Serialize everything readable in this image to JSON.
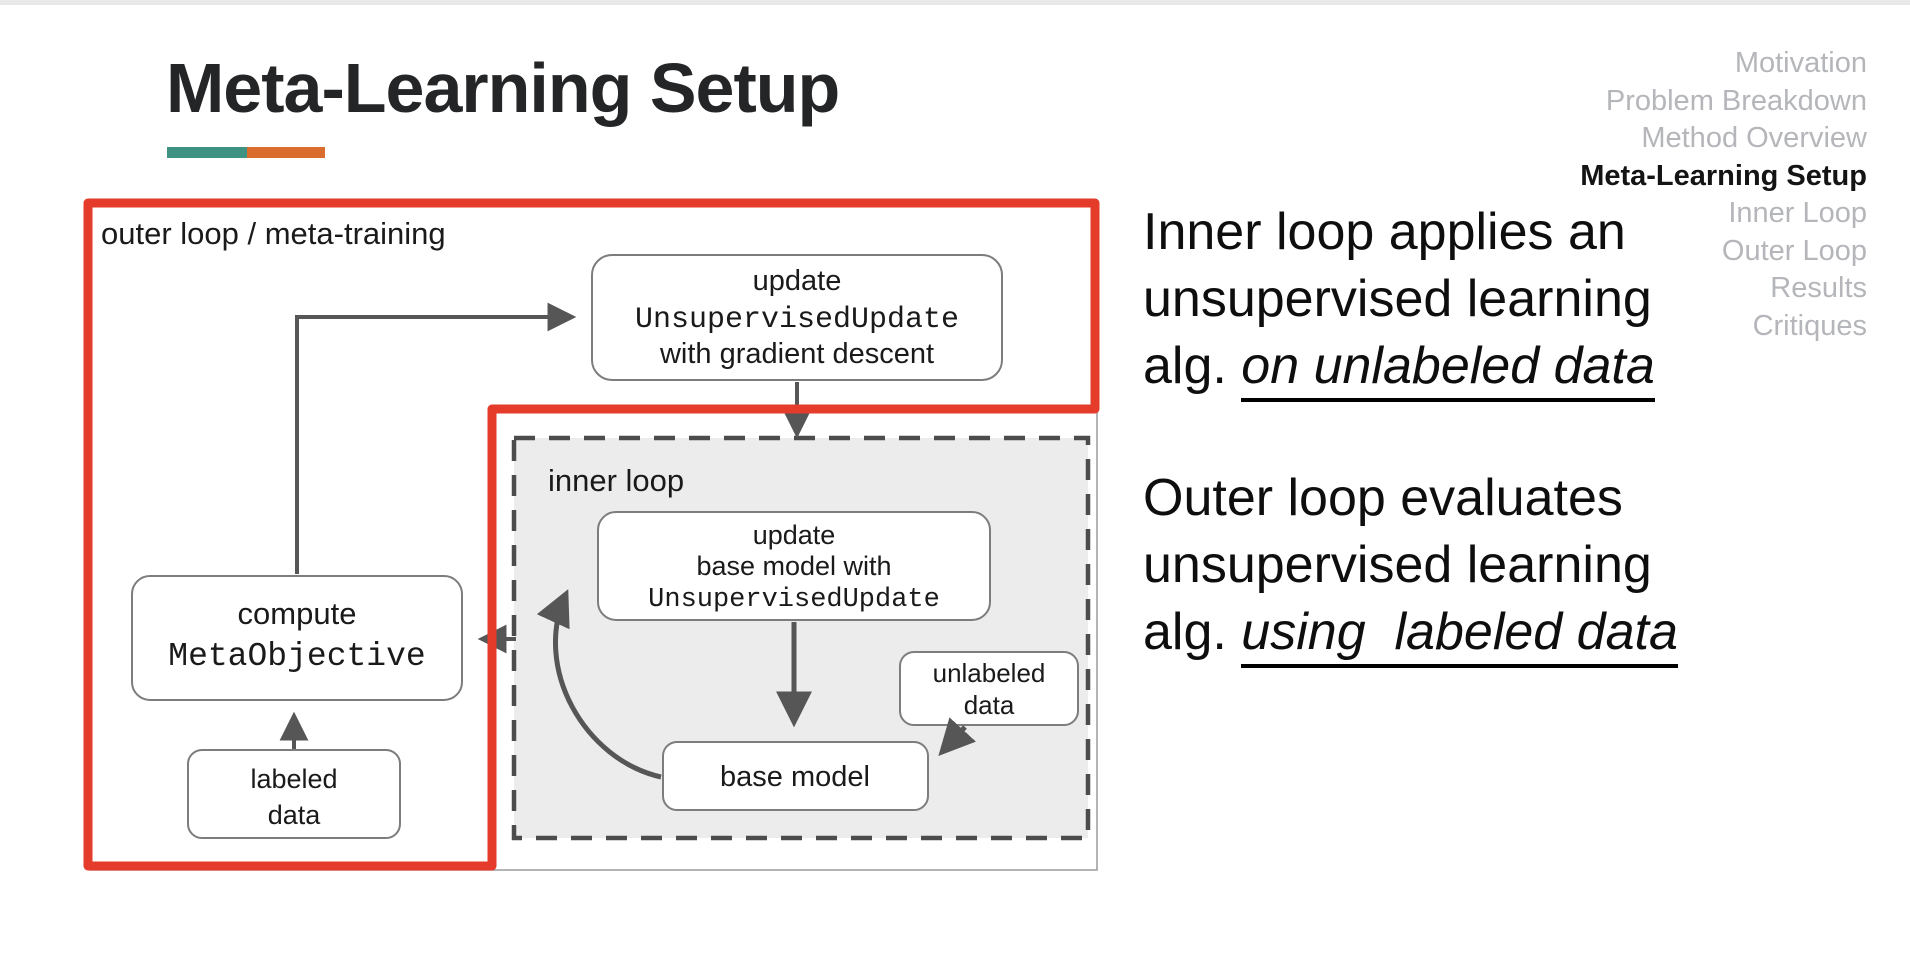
{
  "header": {
    "title": "Meta-Learning Setup",
    "underline_colors": {
      "teal": "#3f9181",
      "orange": "#da6c2e"
    }
  },
  "nav": {
    "active_index": 3,
    "active_color": "#141414",
    "inactive_color": "#b4b6ba",
    "items": [
      {
        "label": "Motivation"
      },
      {
        "label": "Problem Breakdown"
      },
      {
        "label": "Method Overview"
      },
      {
        "label": "Meta-Learning Setup"
      },
      {
        "label": "Inner Loop"
      },
      {
        "label": "Outer Loop"
      },
      {
        "label": "Results"
      },
      {
        "label": "Critiques"
      }
    ]
  },
  "notes": {
    "block1": {
      "line1": "Inner loop applies an",
      "line2": "unsupervised learning",
      "line3_prefix": "alg. ",
      "line3_emph": "on unlabeled data"
    },
    "block2": {
      "line1": "Outer loop evaluates",
      "line2": "unsupervised learning",
      "line3_prefix": "alg. ",
      "line3_emph": "using  labeled data"
    }
  },
  "diagram": {
    "outer_label": "outer loop / meta-training",
    "inner_label": "inner loop",
    "highlight_color": "#e43b2a",
    "inner_fill": "#ececec",
    "arrow_color": "#565656",
    "boxes": {
      "meta_update": {
        "line1": "update",
        "line2": "UnsupervisedUpdate",
        "line3": "with gradient descent"
      },
      "inner_update": {
        "line1": "update",
        "line2": "base model with",
        "line3": "UnsupervisedUpdate"
      },
      "unlabeled": {
        "line1": "unlabeled",
        "line2": "data"
      },
      "base_model": {
        "label": "base model"
      },
      "compute": {
        "line1": "compute",
        "line2": "MetaObjective"
      },
      "labeled": {
        "line1": "labeled",
        "line2": "data"
      }
    }
  }
}
